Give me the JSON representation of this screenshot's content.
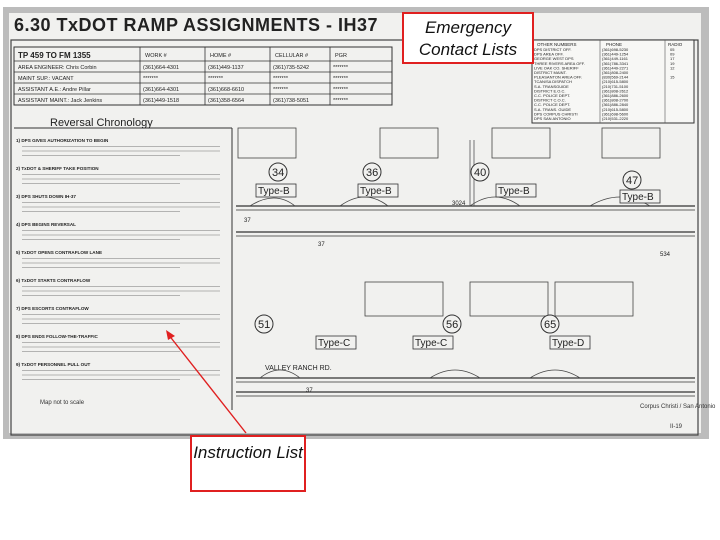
{
  "document": {
    "title": "6.30 TxDOT RAMP ASSIGNMENTS - IH37",
    "subtitle": "TP 459 TO FM 1355",
    "section_heading": "Reversal Chronology",
    "contact_table": {
      "headers": [
        "WORK #",
        "HOME #",
        "CELLULAR #",
        "PGR"
      ],
      "rows": [
        {
          "role": "AREA ENGINEER: Chris Corbin",
          "work": "(361)664-4301",
          "home": "(361)449-1137",
          "cell": "(361)735-5242",
          "pgr": "*******"
        },
        {
          "role": "MAINT SUP.: VACANT",
          "work": "*******",
          "home": "*******",
          "cell": "*******",
          "pgr": "*******"
        },
        {
          "role": "ASSISTANT A.E.: Andre Pillar",
          "work": "(361)664-4301",
          "home": "(361)668-6610",
          "cell": "*******",
          "pgr": "*******"
        },
        {
          "role": "ASSISTANT MAINT.: Jack Jenkins",
          "work": "(361)449-1518",
          "home": "(361)358-6564",
          "cell": "(361)738-5051",
          "pgr": "*******"
        }
      ]
    },
    "other_numbers": {
      "headers": [
        "OTHER NUMBERS",
        "PHONE",
        "RADIO"
      ],
      "rows": [
        {
          "name": "DPS DISTRICT OFF.",
          "phone": "(361)698-5230",
          "radio": "05"
        },
        {
          "name": "DPS AREA OFF.",
          "phone": "(361)449-1254",
          "radio": "09"
        },
        {
          "name": "GEORGE WEST DPS",
          "phone": "(361)449-1161",
          "radio": "17"
        },
        {
          "name": "THREE RIVERS AREA OFF.",
          "phone": "(361)786-3341",
          "radio": "19"
        },
        {
          "name": "LIVE OAK CO. SHERIFF",
          "phone": "(361)449-2271",
          "radio": "12"
        },
        {
          "name": "DISTRICT MAINT.",
          "phone": "(361)808-2400",
          "radio": ""
        },
        {
          "name": "PLEASANTON AREA OFF.",
          "phone": "(830)569-2144",
          "radio": "15"
        },
        {
          "name": "TCAN/SA DISPATCH",
          "phone": "(210)615-5800",
          "radio": ""
        },
        {
          "name": "S.A. TRANSGUIDE",
          "phone": "(210)731-5100",
          "radio": ""
        },
        {
          "name": "DISTRICT E.O.C.",
          "phone": "(361)808-2612",
          "radio": ""
        },
        {
          "name": "C.C. POLICE DEPT.",
          "phone": "(361)886-2600",
          "radio": ""
        },
        {
          "name": "DISTRICT C.O.C.",
          "phone": "(361)808-2700",
          "radio": ""
        },
        {
          "name": "C.C. POLICE DEPT.",
          "phone": "(361)886-2840",
          "radio": ""
        },
        {
          "name": "S.A. TRANS. GUIDE",
          "phone": "(210)615-5800",
          "radio": ""
        },
        {
          "name": "DPS CORPUS CHRISTI",
          "phone": "(361)698-5600",
          "radio": ""
        },
        {
          "name": "DPS SAN ANTONIO",
          "phone": "(210)531-2220",
          "radio": ""
        }
      ]
    },
    "instructions": [
      "1) DPS GIVES AUTHORIZATION TO BEGIN",
      "2) TxDOT & SHERIFF TAKE POSITION",
      "3) DPS SHUTS DOWN IH-37",
      "4) DPS BEGINS REVERSAL",
      "5) TxDOT OPENS CONTRAFLOW LANE",
      "6) TxDOT STARTS CONTRAFLOW",
      "7) DPS ESCORTS CONTRAFLOW",
      "8) DPS ENDS FOLLOW-THE-TRAFFIC",
      "9) TxDOT PERSONNEL PULL OUT"
    ],
    "ramp_types": [
      "Type-B",
      "Type-B",
      "Type-B",
      "Type-B",
      "Type-C",
      "Type-C",
      "Type-D"
    ],
    "exit_numbers": [
      "34",
      "36",
      "40",
      "47",
      "51",
      "56",
      "65"
    ],
    "road_labels": [
      "37",
      "3024",
      "37",
      "534",
      "37"
    ],
    "place_label": "VALLEY RANCH RD.",
    "footer_note": "Map not to scale",
    "legend_corner": "Corpus Christi / San Antonio",
    "page_number": "II-19"
  },
  "callouts": {
    "emergency": "Emergency Contact Lists",
    "instruction": "Instruction List"
  },
  "colors": {
    "callout_border": "#e02020",
    "arrow": "#e02020",
    "paper": "#f1f1ef",
    "frame": "#bcbcbc"
  }
}
